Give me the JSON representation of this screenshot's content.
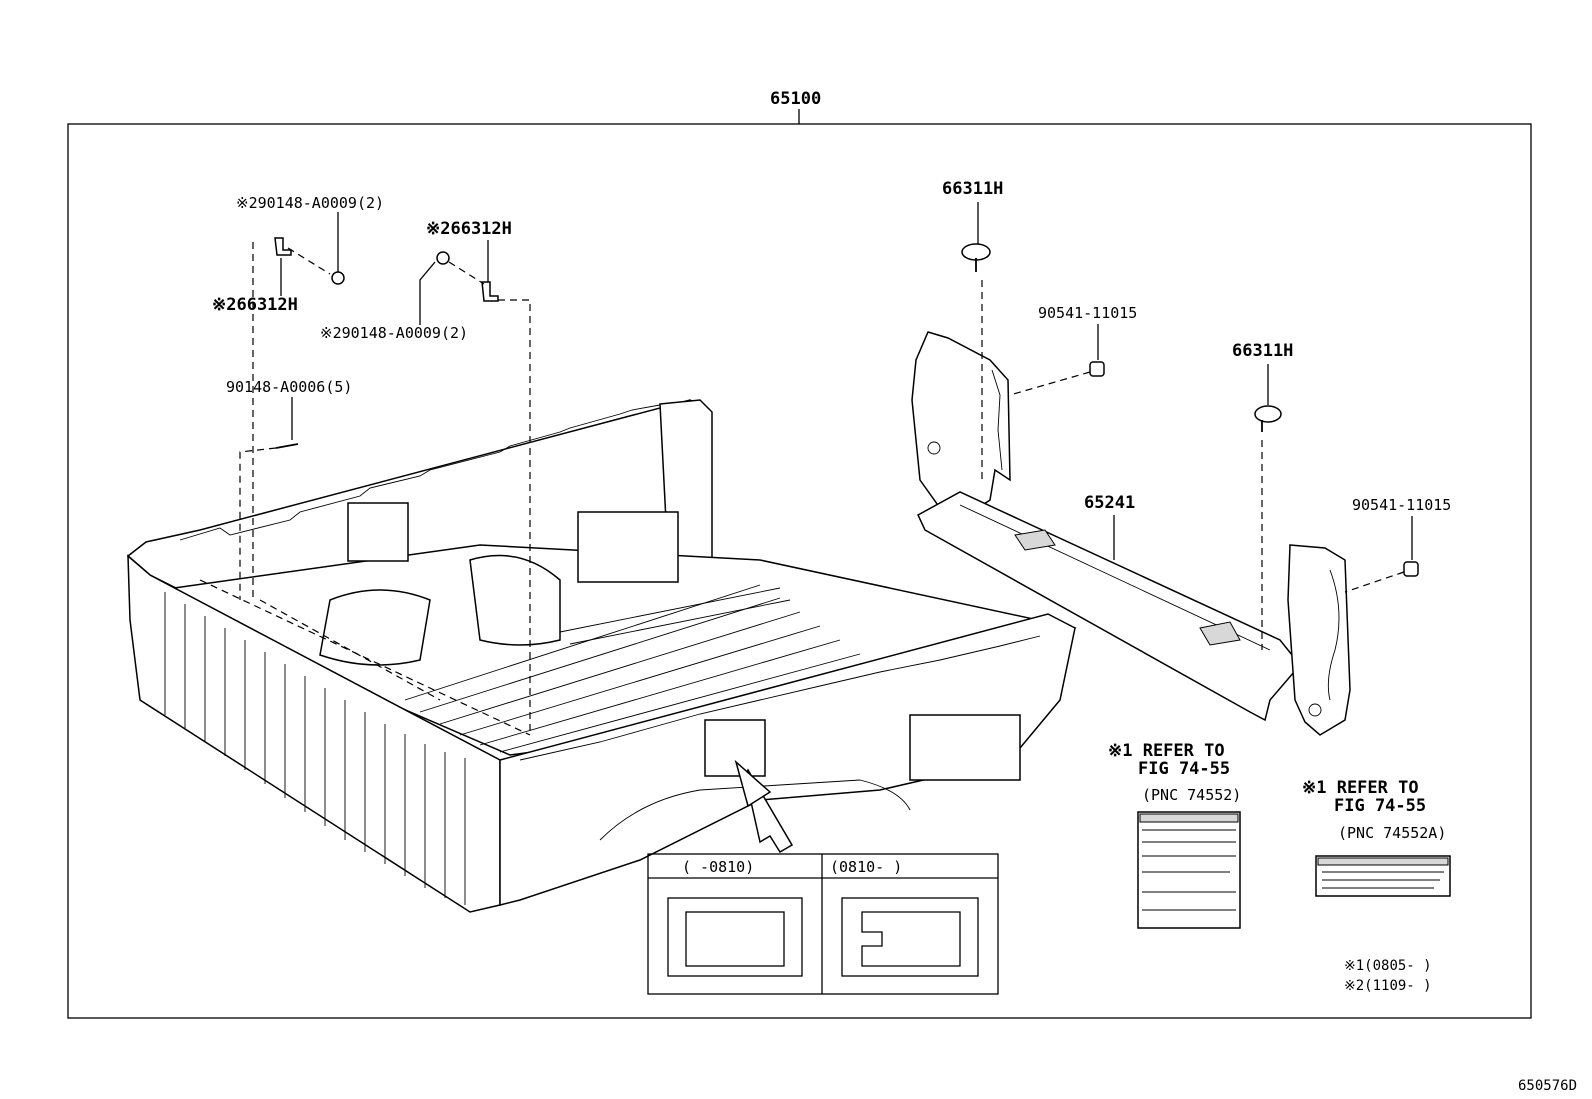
{
  "diagram": {
    "main_assembly": "65100",
    "drawing_id": "650576D",
    "callouts": {
      "nut_upper_left": "※290148-A0009(2)",
      "bracket_upper_right": "※266312H",
      "bracket_lower_left": "※266312H",
      "nut_lower_right": "※290148-A0009(2)",
      "bolt_bed": "90148-A0006(5)",
      "tiedown_left": "66311H",
      "tiedown_right": "66311H",
      "grommet_left": "90541-11015",
      "grommet_right": "90541-11015",
      "frame": "65241"
    },
    "refer_left": {
      "line1": "※1 REFER TO",
      "line2": "FIG 74-55",
      "line3": "(PNC 74552)"
    },
    "refer_right": {
      "line1": "※1 REFER TO",
      "line2": "FIG 74-55",
      "line3": "(PNC 74552A)"
    },
    "inset": {
      "left_header": "(    -0810)",
      "right_header": "(0810-    )"
    },
    "footnotes": {
      "note1": "※1(0805-     )",
      "note2": "※2(1109-     )"
    }
  }
}
